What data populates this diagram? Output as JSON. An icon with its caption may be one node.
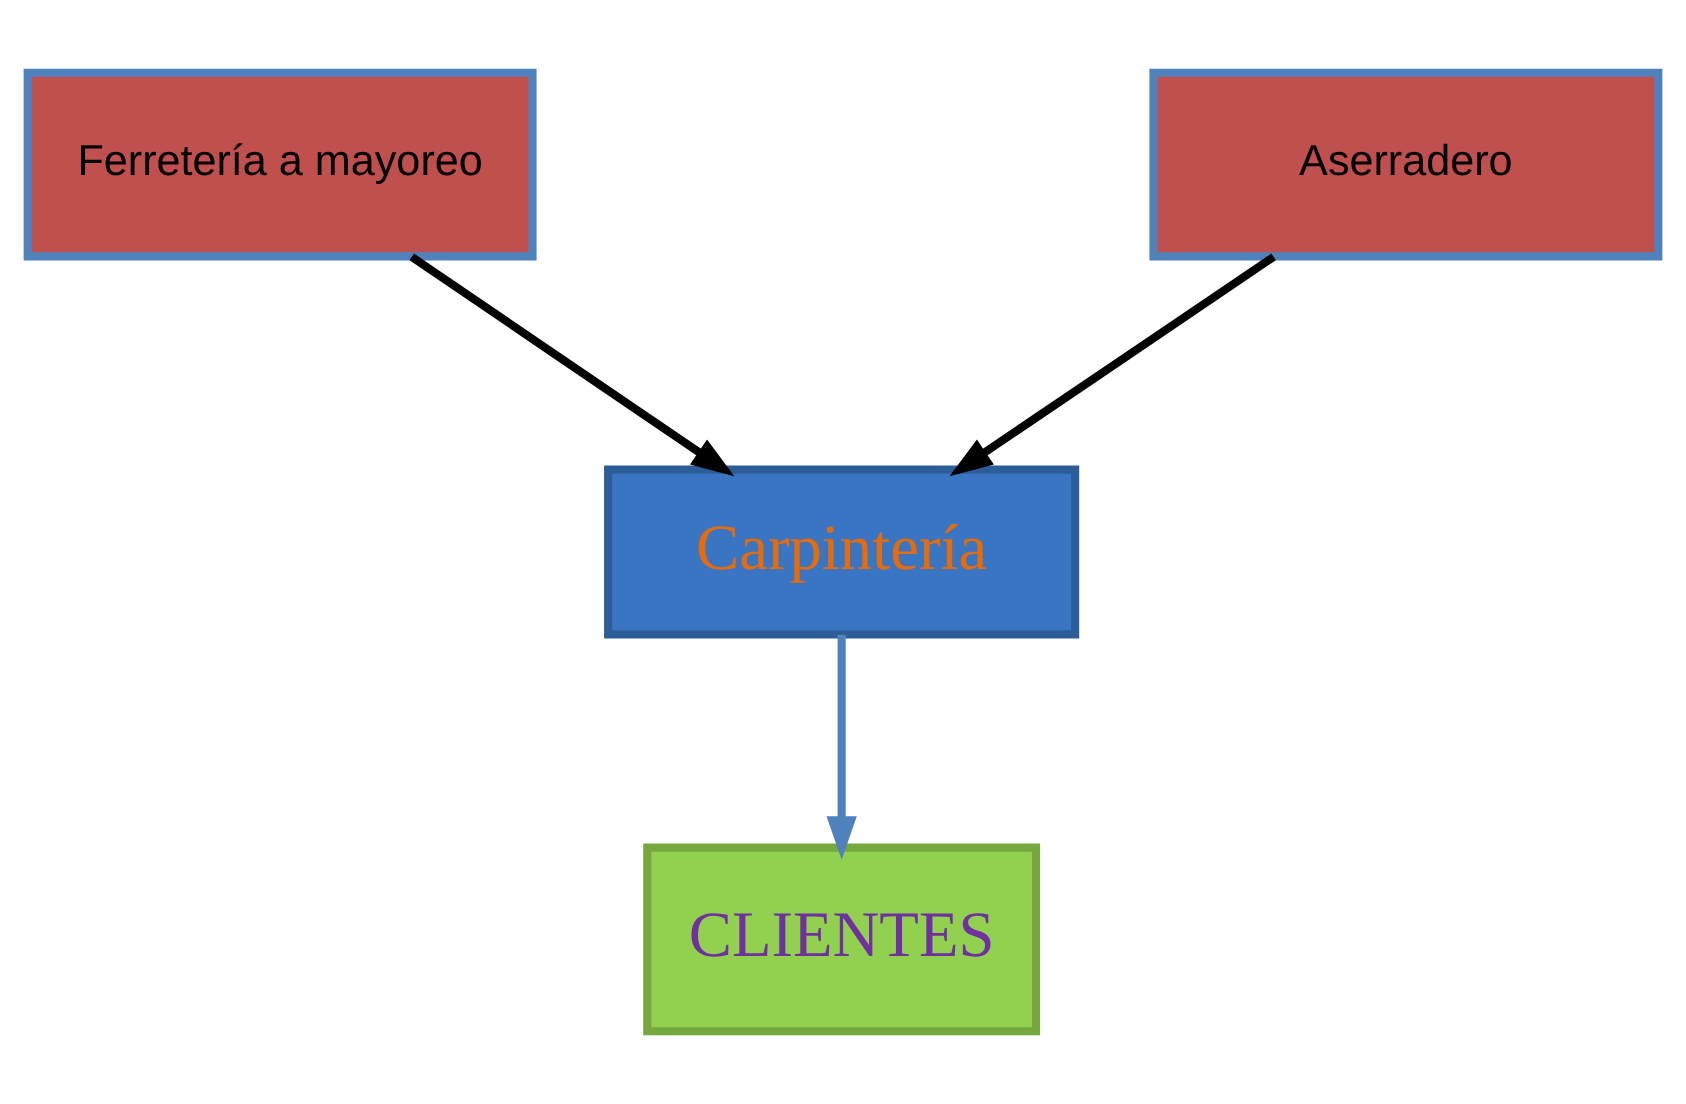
{
  "diagram": {
    "nodes": [
      {
        "text": [
          "Ferretería a mayoreo"
        ]
      },
      {
        "text": [
          "Aserradero"
        ]
      },
      {
        "text": [
          "Carpintería"
        ]
      },
      {
        "text": [
          "CLIENTES"
        ]
      }
    ],
    "edges": [
      {
        "from": 0,
        "to": 2,
        "arrow": "to"
      },
      {
        "from": 1,
        "to": 2,
        "arrow": "to"
      },
      {
        "from": 2,
        "to": 3,
        "arrow": "to",
        "color": "#4f81bd"
      }
    ]
  }
}
